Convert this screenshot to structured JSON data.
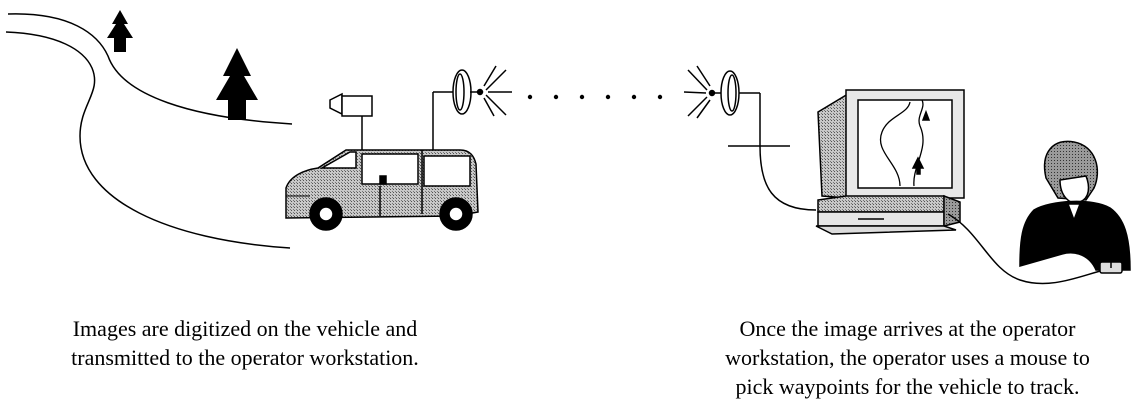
{
  "captions": {
    "left": [
      "Images are digitized on the vehicle and",
      "transmitted to the operator workstation."
    ],
    "right": [
      "Once the image arrives at the operator",
      "workstation, the operator uses a mouse to",
      "pick waypoints for the vehicle to track."
    ]
  },
  "icons": [
    "road-illustration",
    "tree-icon",
    "van-icon",
    "camera-icon",
    "antenna-icon",
    "monitor-icon",
    "computer-icon",
    "person-icon",
    "mouse-icon"
  ],
  "colors": {
    "ink": "#000000",
    "shade": "#b8b8b8"
  }
}
